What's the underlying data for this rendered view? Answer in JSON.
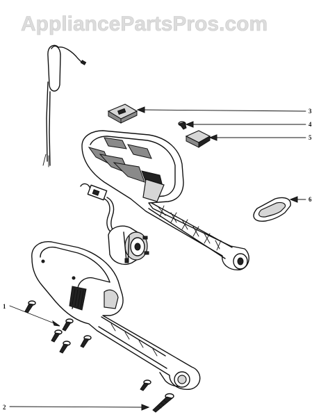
{
  "watermark": "AppliancePartsPros.com",
  "callouts": {
    "c1": "1",
    "c2": "2",
    "c3": "3",
    "c4": "4",
    "c5": "5",
    "c6": "6"
  }
}
